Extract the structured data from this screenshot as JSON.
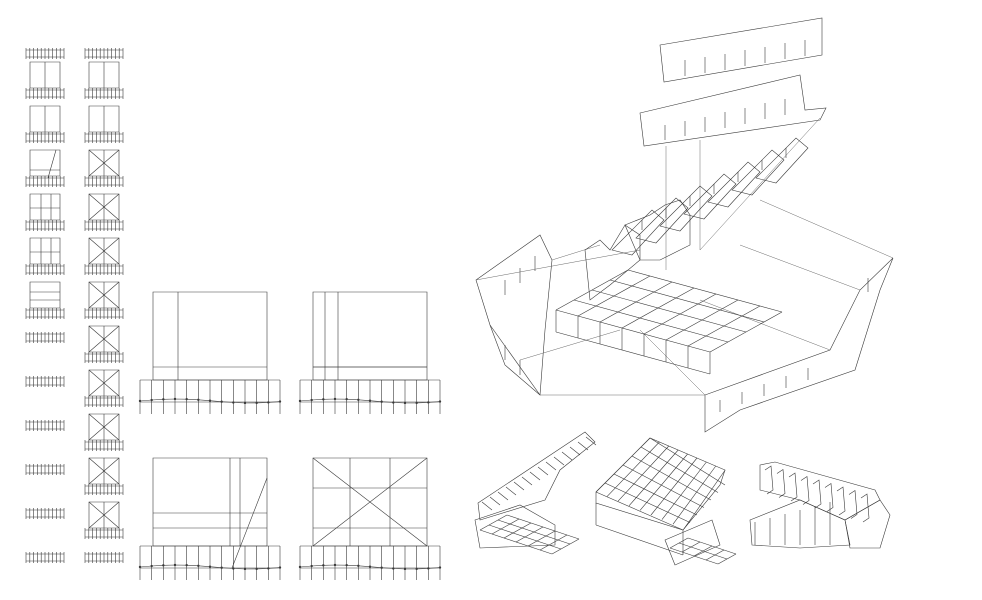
{
  "sheet": {
    "background": "#ffffff",
    "line_color": "#3a3a3a",
    "labels": []
  },
  "panels": {
    "thumbnail_column_left": [
      "strip",
      "frame-mid",
      "frame-mid",
      "frame-diag",
      "frame-grid",
      "frame-grid",
      "frame-top",
      "strip",
      "strip",
      "strip",
      "strip",
      "strip",
      "strip"
    ],
    "thumbnail_column_right": [
      "strip",
      "frame-mid",
      "frame-mid",
      "frame-cross",
      "frame-cross",
      "frame-cross",
      "frame-cross",
      "frame-cross",
      "frame-cross",
      "frame-cross",
      "frame-cross",
      "frame-cross",
      "strip"
    ],
    "large_frames": [
      "frame-single-mullion",
      "frame-single-mullion",
      "frame-diagonal",
      "frame-cross"
    ],
    "small_isometrics": [
      "roof-rafters",
      "roof-grid",
      "folded-ribs"
    ]
  }
}
